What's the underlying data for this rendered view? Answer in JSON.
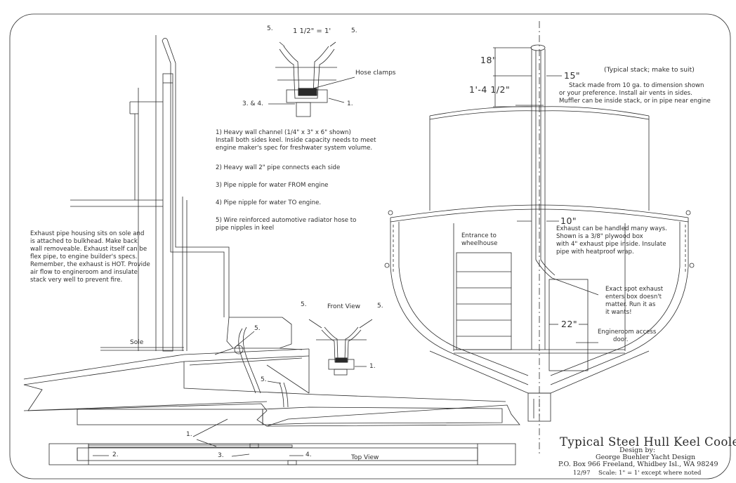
{
  "title_block": {
    "title": "Typical Steel Hull Keel Cooler",
    "design_by": "Design by:",
    "designer": "George Buehler Yacht Design",
    "address": "P.O. Box 966 Freeland, Whidbey Isl., WA 98249",
    "date": "12/97",
    "scale": "Scale: 1\" = 1' except where noted"
  },
  "detail_top": {
    "scale_label": "1 1/2\" = 1'",
    "callout_5_left": "5.",
    "callout_5_right": "5.",
    "callout_34": "3. & 4.",
    "callout_1": "1.",
    "hose_clamps": "Hose clamps"
  },
  "front_view": {
    "label": "Front View",
    "callout_5_left": "5.",
    "callout_5_right": "5.",
    "callout_1": "1."
  },
  "numbered_notes": [
    {
      "lines": [
        "1) Heavy wall channel (1/4\" x 3\" x 6\" shown)",
        "Install both sides keel.  Inside capacity needs to meet",
        "engine maker's spec for freshwater system volume."
      ]
    },
    {
      "lines": [
        "2) Heavy wall 2\" pipe connects each side"
      ]
    },
    {
      "lines": [
        "3) Pipe nipple for water FROM engine"
      ]
    },
    {
      "lines": [
        "4) Pipe nipple for water TO engine."
      ]
    },
    {
      "lines": [
        "5) Wire reinforced automotive radiator hose to",
        "pipe nipples in keel"
      ]
    }
  ],
  "exhaust_note": {
    "lines": [
      "Exhaust pipe housing sits on sole and",
      "is attached to bulkhead.  Make back",
      "wall removeable.  Exhaust itself can be",
      "flex pipe, to engine builder's specs.",
      "Remember, the exhaust is HOT.  Provide",
      "air flow to engineroom and insulate",
      "stack very well to prevent fire."
    ]
  },
  "side_view": {
    "sole_label": "Sole",
    "callout_5_a": "5.",
    "callout_5_b": "5.",
    "callout_1": "1.",
    "callout_2": "2.",
    "callout_3": "3.",
    "callout_4": "4.",
    "top_view_label": "Top View"
  },
  "section_view": {
    "dim_18": "18\"",
    "dim_1_4_1_2": "1'-4 1/2\"",
    "dim_15": "15\"",
    "dim_10": "10\"",
    "dim_22": "22\"",
    "stack_heading": "(Typical stack; make to suit)",
    "stack_note": [
      "Stack made from 10 ga. to dimension shown",
      "or your preference.  Install air vents in sides.",
      "Muffler can be inside stack, or in pipe near engine"
    ],
    "exhaust_handled": [
      "Exhaust can be handled many ways.",
      "Shown is a 3/8\" plywood box",
      "with 4\" exhaust pipe inside.  Insulate",
      "pipe with heatproof wrap."
    ],
    "entrance": [
      "Entrance to",
      "wheelhouse"
    ],
    "exact_spot": [
      "Exact spot exhaust",
      "enters box doesn't",
      "matter.  Run it as",
      "it wants!"
    ],
    "engineroom_door": [
      "Engineroom access",
      "door."
    ]
  }
}
